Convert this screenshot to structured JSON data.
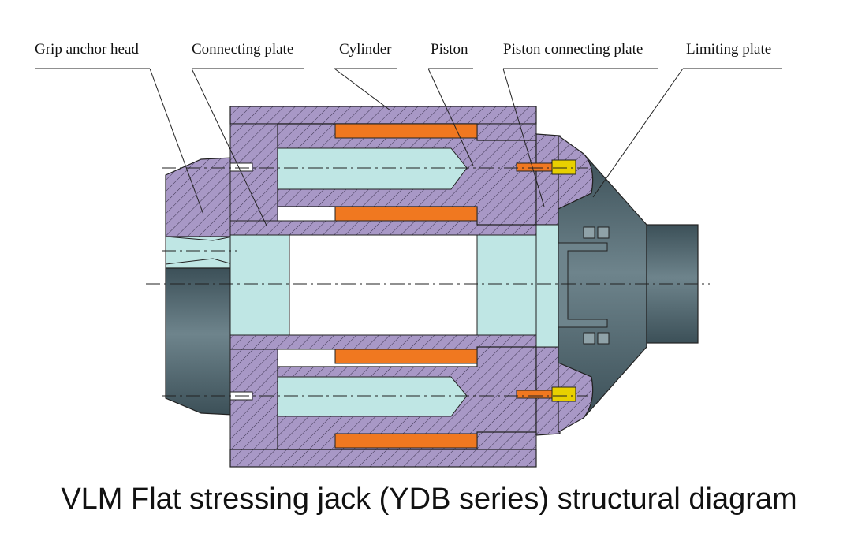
{
  "labels": {
    "grip_anchor_head": "Grip anchor head",
    "connecting_plate": "Connecting plate",
    "cylinder": "Cylinder",
    "piston": "Piston",
    "piston_connecting_plate": "Piston connecting plate",
    "limiting_plate": "Limiting plate"
  },
  "caption": "VLM Flat stressing jack (YDB series) structural diagram",
  "colors": {
    "purple_parts": "#a898c6",
    "piston_seals": "#f07820",
    "anchor_grey": "#4e6470",
    "bore_cyan": "#bfe6e4",
    "bolt_yellow": "#e8d000",
    "outline": "#222222"
  }
}
